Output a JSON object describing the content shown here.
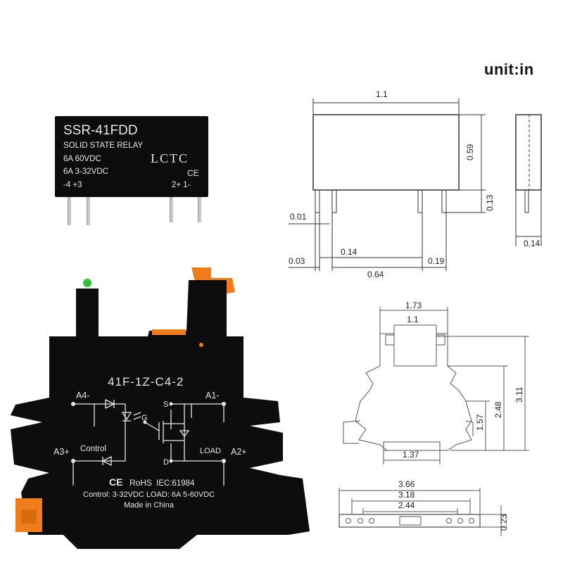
{
  "unit_label": "unit:in",
  "relay": {
    "model": "SSR-41FDD",
    "type": "SOLID STATE RELAY",
    "load_rating": "6A  60VDC",
    "control_rating": "6A 3-32VDC",
    "brand": "LCTC",
    "ce_mark": "CE",
    "pin_left": "-4  +3",
    "pin_right": "2+  1-"
  },
  "relay_dims": {
    "width": "1.1",
    "height": "0.59",
    "pin_length": "0.13",
    "pin_width": "0.01",
    "pin_offset": "0.03",
    "pin_gap_a": "0.14",
    "pin_span": "0.64",
    "pin_gap_b": "0.19",
    "depth": "0.14"
  },
  "socket": {
    "model": "41F-1Z-C4-2",
    "a4": "A4-",
    "a1": "A1-",
    "a3": "A3+",
    "a2": "A2+",
    "s": "S",
    "g": "G",
    "d": "D",
    "control": "Control",
    "load": "LOAD",
    "ce": "CE",
    "rohs": "RoHS",
    "iec": "IEC:61984",
    "ratings": "Control: 3-32VDC   LOAD: 6A 5-60VDC",
    "made_in": "Made in China"
  },
  "socket_dims": {
    "top_outer": "1.73",
    "top_inner": "1.1",
    "height_total": "3.11",
    "height_mid": "2.48",
    "height_low": "1.57",
    "base_width": "1.37",
    "len_total": "3.66",
    "len_mid": "3.18",
    "len_inner": "2.44",
    "thickness": "0.23"
  },
  "colors": {
    "body": "#0d0d0d",
    "latch": "#f07d1a",
    "led": "#2fbf3a",
    "line": "#333333"
  }
}
